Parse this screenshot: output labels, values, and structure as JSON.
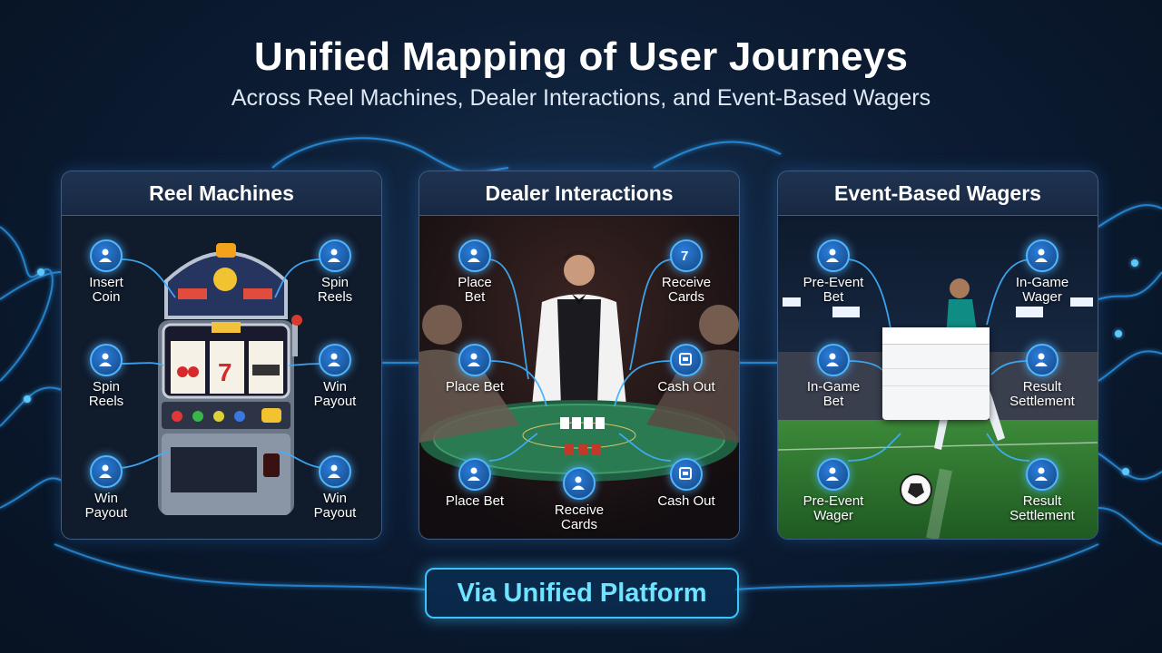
{
  "title": "Unified Mapping of User Journeys",
  "subtitle": "Across Reel Machines, Dealer Interactions, and Event-Based Wagers",
  "colors": {
    "accent": "#4fb6ff",
    "platform_text": "#6fe3ff",
    "background": "#0c1c33"
  },
  "panels": [
    {
      "title": "Reel Machines",
      "nodes": [
        {
          "label": "Insert\nCoin",
          "icon": "user-icon"
        },
        {
          "label": "Spin\nReels",
          "icon": "user-icon"
        },
        {
          "label": "Spin\nReels",
          "icon": "user-icon"
        },
        {
          "label": "Win\nPayout",
          "icon": "user-icon"
        },
        {
          "label": "Win\nPayout",
          "icon": "user-icon"
        },
        {
          "label": "Win\nPayout",
          "icon": "user-icon"
        }
      ]
    },
    {
      "title": "Dealer Interactions",
      "nodes": [
        {
          "label": "Place\nBet",
          "icon": "user-icon"
        },
        {
          "label": "Receive\nCards",
          "icon": "seven-icon"
        },
        {
          "label": "Place Bet",
          "icon": "user-icon"
        },
        {
          "label": "Cash Out",
          "icon": "cash-icon"
        },
        {
          "label": "Place Bet",
          "icon": "user-icon"
        },
        {
          "label": "Receive\nCards",
          "icon": "user-icon"
        },
        {
          "label": "Cash Out",
          "icon": "cash-icon"
        }
      ]
    },
    {
      "title": "Event-Based Wagers",
      "nodes": [
        {
          "label": "Pre-Event\nBet",
          "icon": "user-icon"
        },
        {
          "label": "In-Game\nWager",
          "icon": "user-icon"
        },
        {
          "label": "In-Game\nBet",
          "icon": "user-icon"
        },
        {
          "label": "Result\nSettlement",
          "icon": "user-icon"
        },
        {
          "label": "Pre-Event\nWager",
          "icon": "user-icon"
        },
        {
          "label": "Result\nSettlement",
          "icon": "user-icon"
        }
      ]
    }
  ],
  "platform_label": "Via Unified Platform"
}
